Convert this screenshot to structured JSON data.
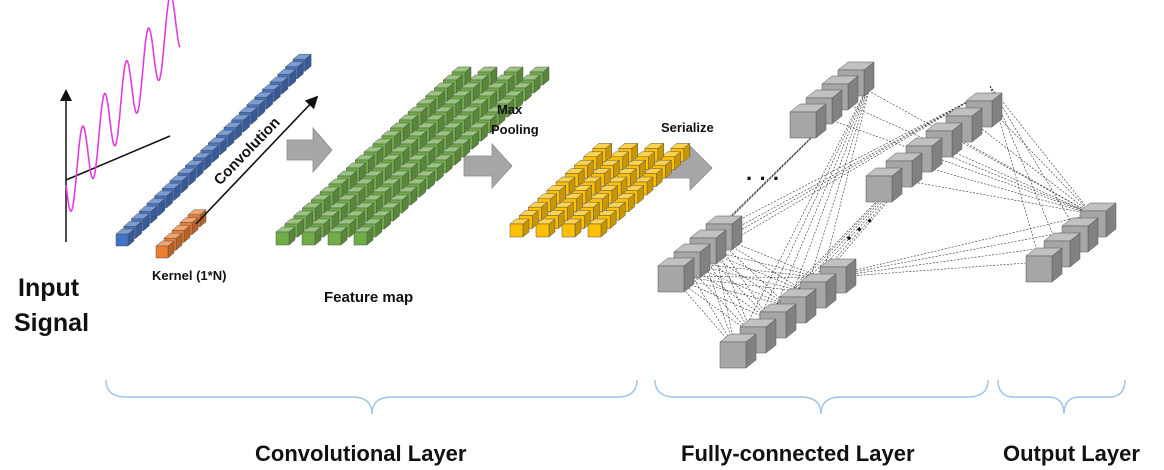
{
  "labels": {
    "input_line1": "Input",
    "input_line2": "Signal",
    "kernel": "Kernel (1*N)",
    "convolution": "Convolution",
    "feature_map": "Feature map",
    "max_line1": "Max",
    "max_line2": "Pooling",
    "serialize": "Serialize",
    "ellipsis": "· · ·",
    "conv_layer": "Convolutional Layer",
    "fc_layer": "Fully-connected Layer",
    "output_layer": "Output Layer"
  },
  "colors": {
    "signal": "#e23ce0",
    "input_bar": "#4472c4",
    "kernel": "#ed7d31",
    "feature_map": "#70ad47",
    "pooling": "#ffc000",
    "neuron": "#a6a6a6",
    "arrow": "#a6a6a6",
    "brace": "#9dc3e6"
  }
}
